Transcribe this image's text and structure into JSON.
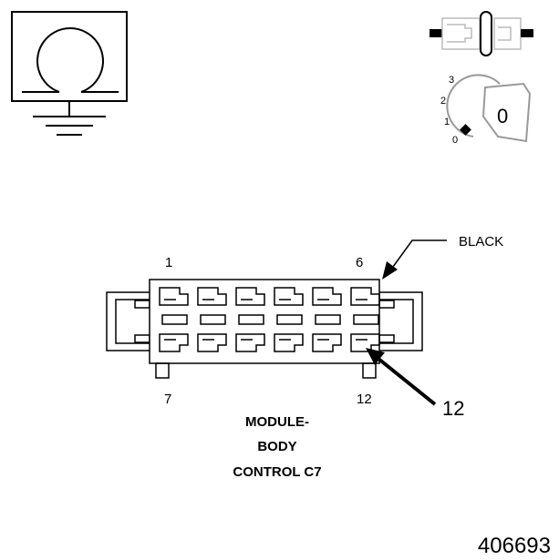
{
  "symbols": {
    "ohmmeter_icon": "ohmmeter-ground-symbol",
    "connector_icon": "connector-disconnect-symbol",
    "ignition_key_icon": "ignition-key-symbol"
  },
  "ignition_positions": [
    "0",
    "1",
    "2",
    "3"
  ],
  "ignition_key_position": "0",
  "connector": {
    "wire_color_label": "BLACK",
    "pin_labels": {
      "top_left": "1",
      "top_right": "6",
      "bottom_left": "7",
      "bottom_right": "12"
    },
    "callout_pin": "12",
    "title_lines": [
      "MODULE-",
      "BODY",
      "CONTROL C7"
    ]
  },
  "figure_id": "406693"
}
